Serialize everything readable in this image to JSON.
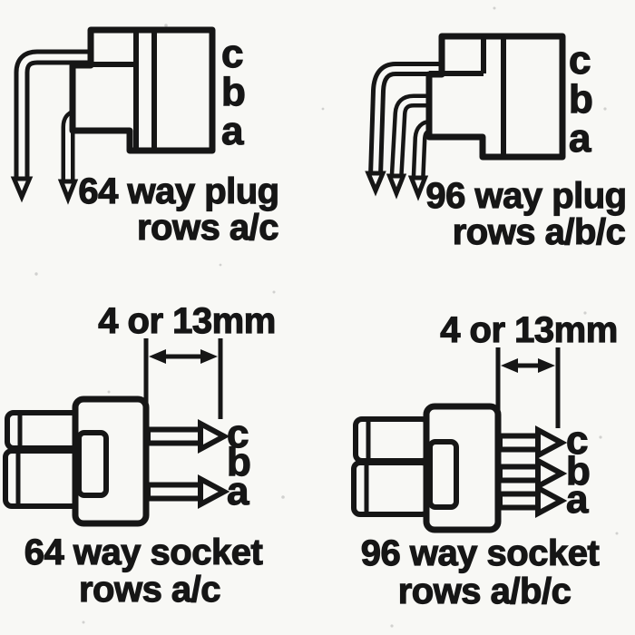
{
  "palette": {
    "paper": "#f8f8f5",
    "ink": "#161616"
  },
  "diagrams": {
    "plug64": {
      "rows": [
        "c",
        "b",
        "a"
      ],
      "caption": [
        "64 way plug",
        "rows a/c"
      ]
    },
    "plug96": {
      "rows": [
        "c",
        "b",
        "a"
      ],
      "caption": [
        "96 way plug",
        "rows a/b/c"
      ]
    },
    "socket64": {
      "dimension": "4 or 13mm",
      "rows": [
        "c",
        "b",
        "a"
      ],
      "caption": [
        "64 way socket",
        "rows a/c"
      ]
    },
    "socket96": {
      "dimension": "4 or 13mm",
      "rows": [
        "c",
        "b",
        "a"
      ],
      "caption": [
        "96 way socket",
        "rows a/b/c"
      ]
    }
  }
}
